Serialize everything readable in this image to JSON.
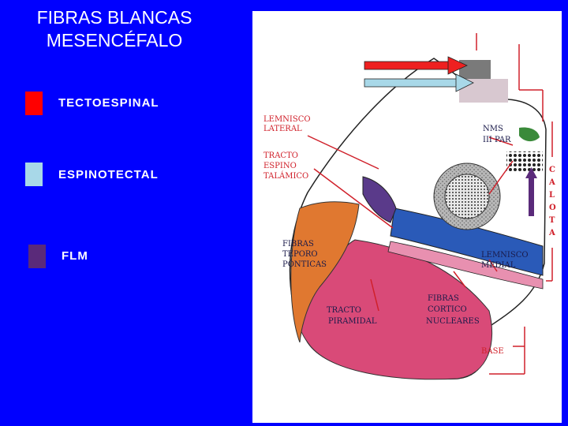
{
  "title_line1": "FIBRAS BLANCAS",
  "title_line2": "MESENCÉFALO",
  "legend": [
    {
      "label": "TECTOESPINAL",
      "color": "#ff0000"
    },
    {
      "label": "ESPINOTECTAL",
      "color": "#a8d8e8"
    },
    {
      "label": "FLM",
      "color": "#5a2a7a"
    }
  ],
  "diagram": {
    "labels": {
      "lemnisco_lateral_1": "LEMNISCO",
      "lemnisco_lateral_2": "LATERAL",
      "tracto_espino_1": "TRACTO",
      "tracto_espino_2": "ESPINO",
      "tracto_espino_3": "TALÁMICO",
      "nms_1": "NMS",
      "nms_2": "III PAR",
      "fibras_teporo_1": "FIBRAS",
      "fibras_teporo_2": "TEPORO",
      "fibras_teporo_3": "PÓNTICAS",
      "lemnisco_medial_1": "LEMNISCO",
      "lemnisco_medial_2": "MEDIAL",
      "tracto_piramidal_1": "TRACTO",
      "tracto_piramidal_2": "PIRAMIDAL",
      "fibras_cortico_1": "FIBRAS",
      "fibras_cortico_2": "CORTICO",
      "fibras_cortico_3": "NUCLEARES",
      "base": "BASE",
      "calota": [
        "C",
        "A",
        "L",
        "O",
        "T",
        "A"
      ]
    },
    "colors": {
      "background": "#0000ff",
      "panel": "#ffffff",
      "pyramidal": "#d94a78",
      "teporo": "#e07830",
      "lemnisco_medial": "#2a5ab8",
      "espinotalamico": "#5a3a8a",
      "tectoespinal_arrow": "#ee2020",
      "espinotectal_arrow": "#a8d8e8",
      "flm_arrow": "#5a2a7a",
      "annotation": "#d0202a"
    }
  }
}
